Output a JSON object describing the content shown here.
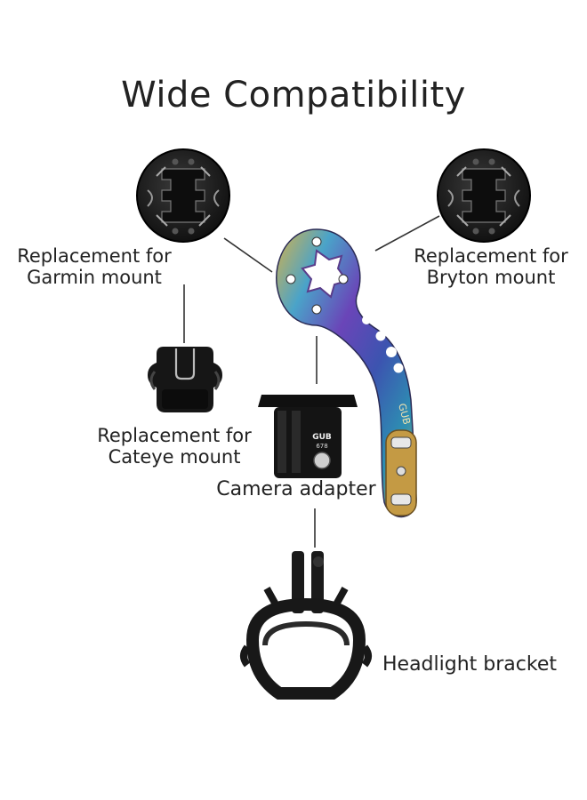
{
  "title": "Wide Compatibility",
  "labels": {
    "garmin": [
      "Replacement for",
      "Garmin mount"
    ],
    "bryton": [
      "Replacement for",
      "Bryton mount"
    ],
    "cateye": [
      "Replacement for",
      "Cateye mount"
    ],
    "camera": "Camera adapter",
    "headlight": "Headlight bracket"
  },
  "branding": {
    "camera_adapter_text": "GUB",
    "camera_adapter_model": "678",
    "arm_text": "GUB"
  },
  "colors": {
    "text": "#222222",
    "part_black": "#1a1a1a",
    "line": "#333333"
  }
}
